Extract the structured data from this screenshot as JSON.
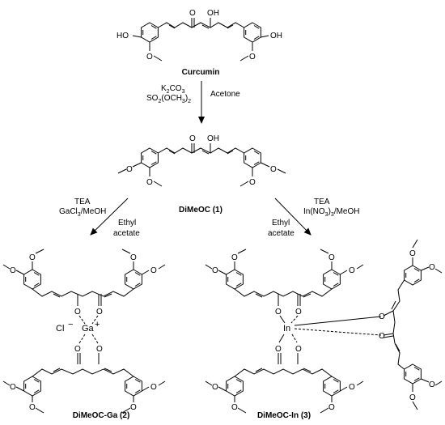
{
  "compounds": {
    "curcumin": "Curcumin",
    "dimeoc": "DiMeOC (1)",
    "dimeoc_ga": "DiMeOC-Ga (2)",
    "dimeoc_in": "DiMeOC-In (3)"
  },
  "step1": {
    "reagent_base": "K",
    "reagent_sub2": "2",
    "reagent_co": "CO",
    "reagent_sub3": "3",
    "reagent2_a": "SO",
    "reagent2_sub": "2",
    "reagent2_b": "(OCH",
    "reagent2_sub3": "3",
    "reagent2_c": ")",
    "reagent2_sub2": "2",
    "solvent": "Acetone"
  },
  "step_ga": {
    "reagent1": "TEA",
    "reagent2_a": "GaCl",
    "reagent2_sub": "3",
    "reagent2_b": "/MeOH",
    "solvent_line1": "Ethyl",
    "solvent_line2": "acetate"
  },
  "step_in": {
    "reagent1": "TEA",
    "reagent2_a": "In(NO",
    "reagent2_sub": "3",
    "reagent2_b": ")",
    "reagent2_sub2": "3",
    "reagent2_c": "/MeOH",
    "solvent_line1": "Ethyl",
    "solvent_line2": "acetate"
  },
  "atoms": {
    "O": "O",
    "OH": "OH",
    "HO": "HO",
    "Ga": "Ga",
    "In": "In",
    "Cl": "Cl",
    "minus": "−",
    "plus": "+"
  }
}
